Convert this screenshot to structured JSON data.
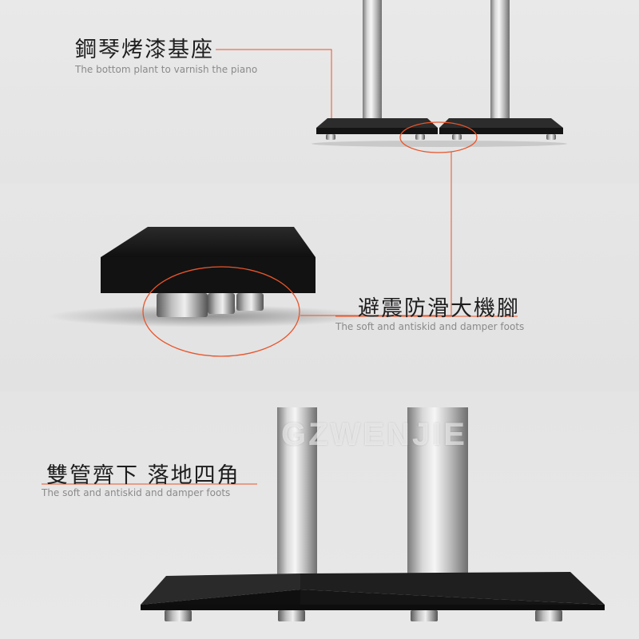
{
  "sections": [
    {
      "title_cn": "鋼琴烤漆基座",
      "subtitle_en": "The bottom plant to varnish the piano"
    },
    {
      "title_cn": "避震防滑大機腳",
      "subtitle_en": "The soft and antiskid  and damper foots"
    },
    {
      "title_cn": "雙管齊下 落地四角",
      "subtitle_en": "The soft and antiskid  and damper foots"
    }
  ],
  "watermark": "GZWENJIE",
  "colors": {
    "accent_line": "#e8542a",
    "base_black": "#151515",
    "steel_light": "#f2f2f2",
    "steel_dark": "#7d7d7d",
    "background": "#e6e6e6"
  }
}
